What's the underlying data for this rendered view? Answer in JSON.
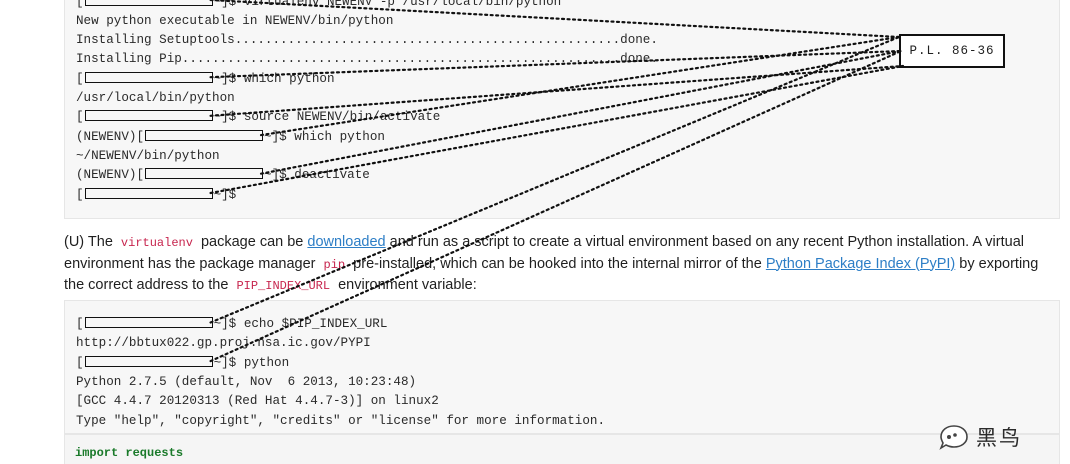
{
  "prompt_suffix": "~]$",
  "block1": {
    "lines": [
      {
        "type": "cmd",
        "cmd": "virtualenv NEWENV -p /usr/local/bin/python"
      },
      {
        "type": "out",
        "text": "New python executable in NEWENV/bin/python"
      },
      {
        "type": "out",
        "text": "Installing Setuptools...................................................done."
      },
      {
        "type": "out",
        "text": "Installing Pip..........................................................done."
      },
      {
        "type": "cmd",
        "cmd": "which python"
      },
      {
        "type": "out",
        "text": "/usr/local/bin/python"
      },
      {
        "type": "cmd",
        "cmd": "source NEWENV/bin/activate"
      },
      {
        "type": "envcmd",
        "env": "(NEWENV)",
        "cmd": "which python"
      },
      {
        "type": "out",
        "text": "~/NEWENV/bin/python"
      },
      {
        "type": "envcmd",
        "env": "(NEWENV)",
        "cmd": "deactivate"
      },
      {
        "type": "cmd",
        "cmd": ""
      }
    ]
  },
  "pl_label": "P.L. 86-36",
  "paragraph": {
    "marker": "(U) The",
    "code_virtualenv": "virtualenv",
    "t1": "package can be",
    "link_downloaded": "downloaded",
    "t2": "and run as a script to create a virtual environment based on any recent Python installation. A virtual environment has the package manager",
    "code_pip": "pip",
    "t3": "pre-installed, which can be hooked into the internal mirror of the",
    "link_pypi": "Python Package Index (PyPI)",
    "t4": "by exporting the correct address to the",
    "code_env": "PIP_INDEX_URL",
    "t5": "environment variable:"
  },
  "block2": {
    "lines": [
      {
        "type": "cmd",
        "cmd": "echo $PIP_INDEX_URL"
      },
      {
        "type": "out",
        "text": "http://bbtux022.gp.proj.nsa.ic.gov/PYPI"
      },
      {
        "type": "cmd",
        "cmd": "python"
      },
      {
        "type": "out",
        "text": "Python 2.7.5 (default, Nov  6 2013, 10:23:48)"
      },
      {
        "type": "out",
        "text": "[GCC 4.4.7 20120313 (Red Hat 4.4.7-3)] on linux2"
      },
      {
        "type": "out",
        "text": "Type \"help\", \"copyright\", \"credits\" or \"license\" for more information."
      }
    ]
  },
  "block3_text": "import requests",
  "watermark": {
    "icon": "bird-logo-icon",
    "text": "黑鸟"
  }
}
